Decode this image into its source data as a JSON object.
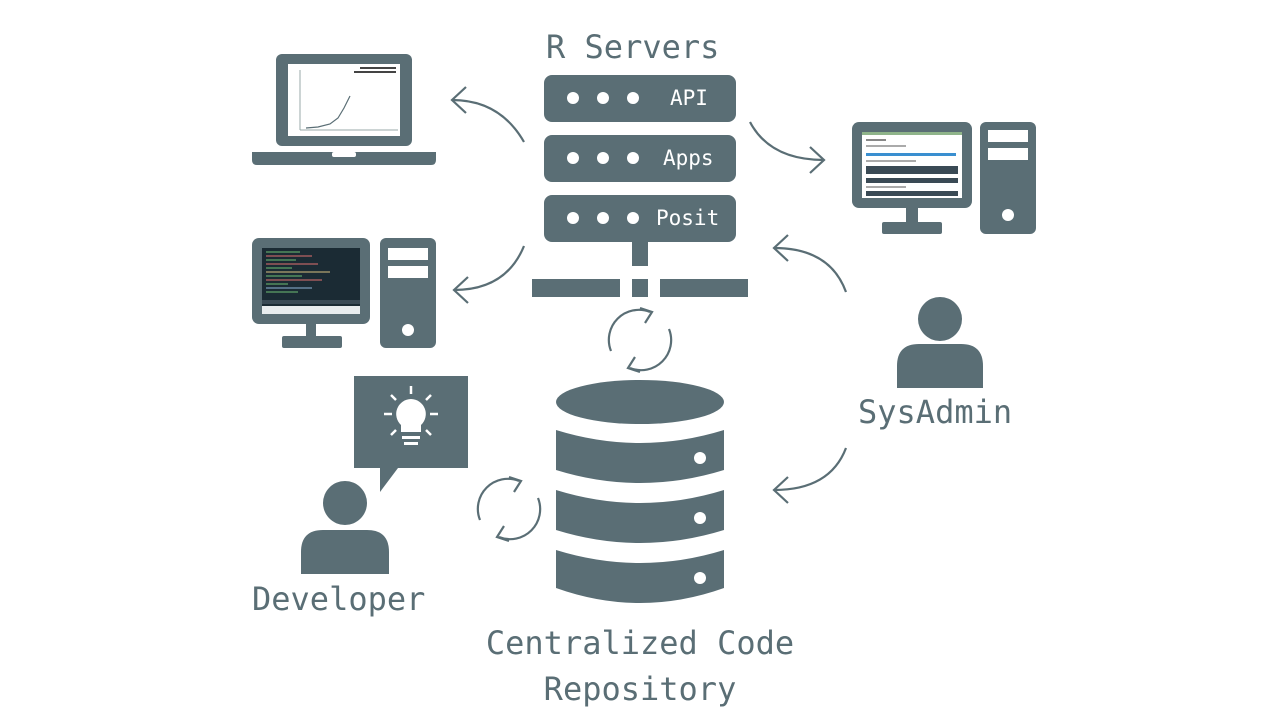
{
  "title": "R Servers",
  "servers": [
    {
      "label": "API"
    },
    {
      "label": "Apps"
    },
    {
      "label": "Posit"
    }
  ],
  "roles": {
    "developer": "Developer",
    "sysadmin": "SysAdmin"
  },
  "repository": {
    "label": "Centralized Code Repository"
  },
  "icons": [
    "laptop-chart-icon",
    "desktop-code-icon",
    "desktop-webapp-icon",
    "server-stack-icon",
    "network-switch-icon",
    "database-icon",
    "sync-icon",
    "developer-person-icon",
    "sysadmin-person-icon",
    "lightbulb-speech-icon",
    "curved-arrow-icon"
  ],
  "colors": {
    "icon": "#5a6e75",
    "text": "#5a6e75",
    "background": "#ffffff",
    "screen_dark": "#1b2b34",
    "code_green": "#6fbf73"
  }
}
